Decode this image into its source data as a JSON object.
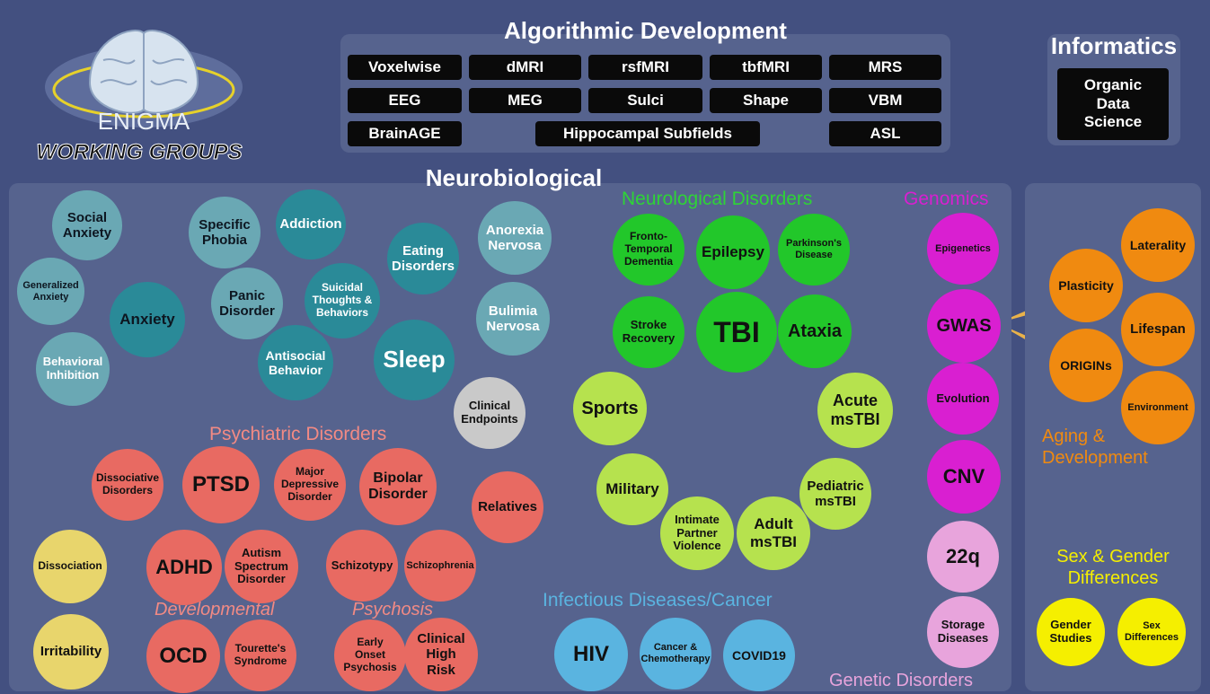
{
  "algorithmic": {
    "title": "Algorithmic Development",
    "pills": [
      "Voxelwise",
      "dMRI",
      "rsfMRI",
      "tbfMRI",
      "MRS",
      "EEG",
      "MEG",
      "Sulci",
      "Shape",
      "VBM",
      "BrainAGE",
      "Hippocampal Subfields",
      "ASL"
    ]
  },
  "informatics": {
    "title": "Informatics",
    "item": "Organic\nData\nScience"
  },
  "logo": {
    "name": "ENIGMA",
    "tagline": "WORKING GROUPS"
  },
  "neurobiological": {
    "title": "Neurobiological",
    "nodes": [
      "Social\nAnxiety",
      "Specific\nPhobia",
      "Addiction",
      "Generalized\nAnxiety",
      "Anxiety",
      "Panic\nDisorder",
      "Suicidal\nThoughts &\nBehaviors",
      "Behavioral\nInhibition",
      "Antisocial\nBehavior",
      "Sleep",
      "Eating\nDisorders",
      "Anorexia\nNervosa",
      "Bulimia\nNervosa",
      "Clinical\nEndpoints"
    ]
  },
  "psychiatric": {
    "title": "Psychiatric Disorders",
    "developmental_label": "Developmental",
    "psychosis_label": "Psychosis",
    "nodes": [
      "Dissociative\nDisorders",
      "PTSD",
      "Major\nDepressive\nDisorder",
      "Bipolar\nDisorder",
      "Relatives",
      "Dissociation",
      "ADHD",
      "Autism\nSpectrum\nDisorder",
      "Schizotypy",
      "Schizophrenia",
      "Irritability",
      "OCD",
      "Tourette's\nSyndrome",
      "Early\nOnset\nPsychosis",
      "Clinical\nHigh\nRisk"
    ]
  },
  "neurological": {
    "title": "Neurological Disorders",
    "nodes": [
      "Fronto-\nTemporal\nDementia",
      "Epilepsy",
      "Parkinson's\nDisease",
      "Stroke\nRecovery",
      "TBI",
      "Ataxia",
      "Sports",
      "Acute\nmsTBI",
      "Military",
      "Pediatric\nmsTBI",
      "Intimate\nPartner\nViolence",
      "Adult\nmsTBI"
    ]
  },
  "infectious": {
    "title": "Infectious Diseases/Cancer",
    "nodes": [
      "HIV",
      "Cancer &\nChemotherapy",
      "COVID19"
    ]
  },
  "genomics": {
    "title": "Genomics",
    "nodes": [
      "Epigenetics",
      "GWAS",
      "Evolution",
      "CNV"
    ]
  },
  "genetic": {
    "title": "Genetic Disorders",
    "nodes": [
      "22q",
      "Storage\nDiseases"
    ]
  },
  "aging": {
    "title": "Aging &\nDevelopment",
    "nodes": [
      "Laterality",
      "Plasticity",
      "Lifespan",
      "ORIGINs",
      "Environment"
    ]
  },
  "sex_gender": {
    "title": "Sex & Gender\nDifferences",
    "nodes": [
      "Gender\nStudies",
      "Sex\nDifferences"
    ]
  },
  "colors": {
    "background": "#435080",
    "panel": "#56638e",
    "teal": "#2a8a98",
    "teal_light": "#6aa8b4",
    "red": "#e86a62",
    "yellow": "#e8d56c",
    "green": "#22c72a",
    "lime": "#b6e24e",
    "blue": "#5ab4e0",
    "magenta": "#d91fd1",
    "pink": "#e8a4dc",
    "orange": "#f08a10",
    "bright_yellow": "#f5ef00",
    "gray": "#c9c9c9"
  }
}
